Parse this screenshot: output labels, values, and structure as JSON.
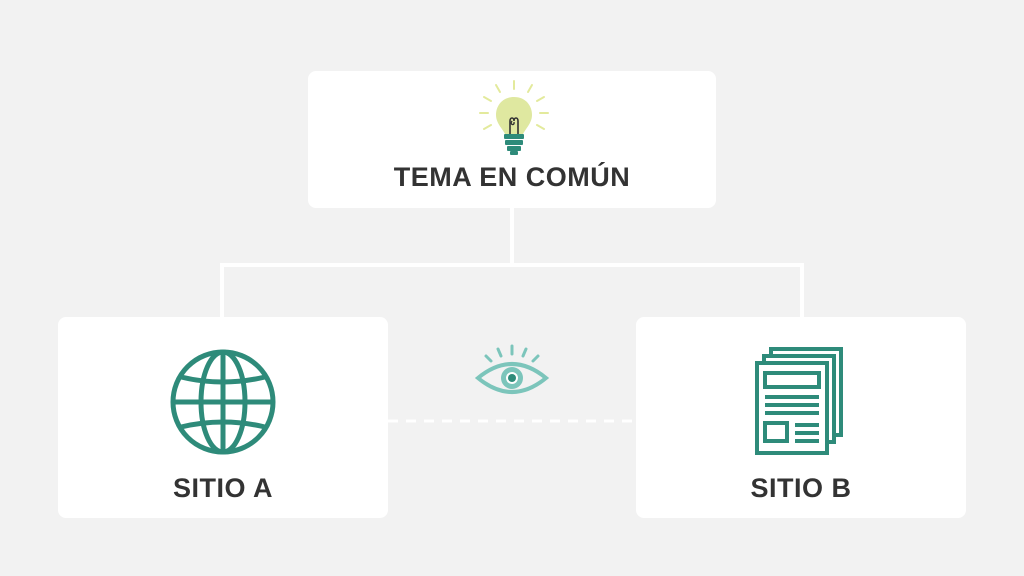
{
  "diagram": {
    "top_node": {
      "label": "TEMA EN COMÚN",
      "icon": "lightbulb-icon"
    },
    "left_node": {
      "label": "SITIO A",
      "icon": "globe-icon"
    },
    "right_node": {
      "label": "SITIO B",
      "icon": "newspaper-icon"
    },
    "middle_icon": "eye-icon"
  },
  "colors": {
    "background": "#f2f2f2",
    "card": "#ffffff",
    "text": "#333333",
    "teal": "#2e8b7a",
    "eye_teal": "#7cc5bb",
    "bulb_yellow": "#dfe8a0",
    "connector": "#ffffff"
  }
}
